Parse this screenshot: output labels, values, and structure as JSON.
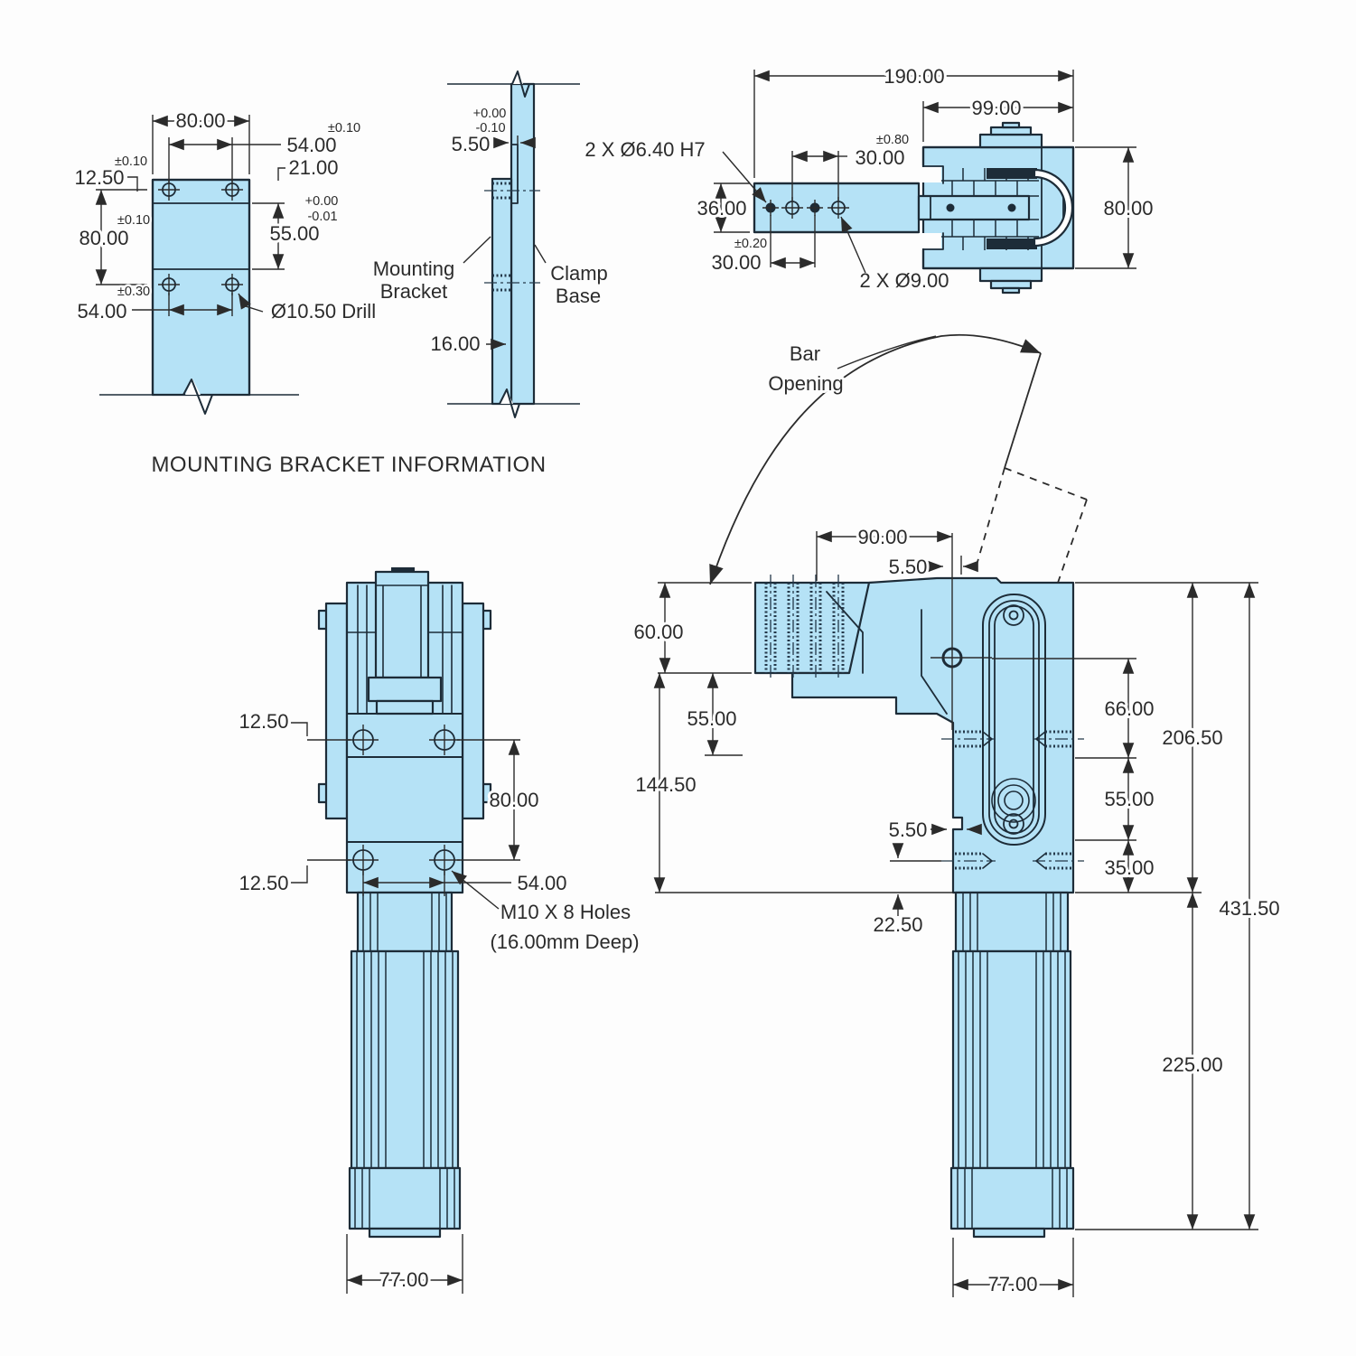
{
  "title": "MOUNTING BRACKET INFORMATION",
  "colors": {
    "part_fill": "#b5e2f6",
    "line": "#1d2c38",
    "dim": "#2b2b2b"
  },
  "views": {
    "bracket_front": {
      "overall_width": {
        "v": "80.00"
      },
      "hole_pitch_x": {
        "v": "54.00",
        "tol": "±0.10"
      },
      "edge_offset": {
        "v": "21.00"
      },
      "hole_top_offset": {
        "v": "12.50",
        "tol": "±0.10"
      },
      "hole_pitch_y": {
        "v": "80.00",
        "tol": "±0.10"
      },
      "recess_height": {
        "v": "55.00",
        "tol_plus": "+0.00",
        "tol_minus": "-0.01"
      },
      "hole_pitch_bottom": {
        "v": "54.00",
        "tol": "±0.30"
      },
      "drill_note": {
        "v": "Ø10.50 Drill"
      }
    },
    "bracket_side": {
      "lip_width": {
        "v": "5.50",
        "tol_plus": "+0.00",
        "tol_minus": "-0.10"
      },
      "bracket_label": {
        "line1": "Mounting",
        "line2": "Bracket"
      },
      "base_label": {
        "line1": "Clamp",
        "line2": "Base"
      },
      "thickness": {
        "v": "16.00"
      }
    },
    "clamp_top": {
      "overall_length": {
        "v": "190.00"
      },
      "head_length": {
        "v": "99.00"
      },
      "hole_pitch_outer": {
        "v": "30.00",
        "tol": "±0.80"
      },
      "bar_width": {
        "v": "36.00"
      },
      "hole_pitch_inner": {
        "v": "30.00",
        "tol": "±0.20"
      },
      "dowel_note": {
        "v": "2 X Ø6.40 H7"
      },
      "hole_note": {
        "v": "2 X Ø9.00"
      },
      "head_width": {
        "v": "80.00"
      }
    },
    "clamp_front": {
      "hole_offset_top": {
        "v": "12.50"
      },
      "hole_pitch_y": {
        "v": "80.00"
      },
      "hole_offset_bottom": {
        "v": "12.50"
      },
      "hole_pitch_x": {
        "v": "54.00"
      },
      "thread_note_1": {
        "v": "M10 X 8 Holes"
      },
      "thread_note_2": {
        "v": "(16.00mm Deep)"
      },
      "body_width": {
        "v": "77.00"
      }
    },
    "clamp_side": {
      "bar_opening_label": {
        "line1": "Bar",
        "line2": "Opening"
      },
      "arm_reach": {
        "v": "90.00"
      },
      "lip_step": {
        "v": "5.50"
      },
      "arm_height": {
        "v": "60.00"
      },
      "arm_to_step": {
        "v": "55.00"
      },
      "arm_to_body_bottom": {
        "v": "144.50"
      },
      "notch_step": {
        "v": "5.50"
      },
      "hole_offset_bottom": {
        "v": "22.50"
      },
      "pivot_to_hole": {
        "v": "66.00"
      },
      "head_height": {
        "v": "206.50"
      },
      "hole_pitch": {
        "v": "55.00"
      },
      "hole_to_bottom": {
        "v": "35.00"
      },
      "overall_height": {
        "v": "431.50"
      },
      "cylinder_height": {
        "v": "225.00"
      },
      "body_width": {
        "v": "77.00"
      }
    }
  }
}
